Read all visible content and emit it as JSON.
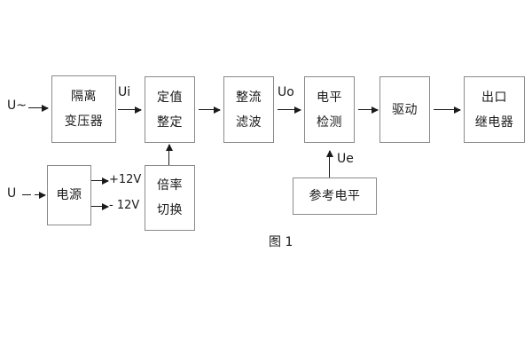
{
  "diagram": {
    "caption": "图 1",
    "blocks": [
      {
        "id": "isolation-transformer",
        "lines": [
          "隔离",
          "变压器"
        ]
      },
      {
        "id": "setting-value",
        "lines": [
          "定值",
          "整定"
        ]
      },
      {
        "id": "rectify-filter",
        "lines": [
          "整流",
          "滤波"
        ]
      },
      {
        "id": "level-detection",
        "lines": [
          "电平",
          "检测"
        ]
      },
      {
        "id": "drive",
        "lines": [
          "驱动"
        ]
      },
      {
        "id": "output-relay",
        "lines": [
          "出口",
          "继电器"
        ]
      },
      {
        "id": "power-supply",
        "lines": [
          "电源"
        ]
      },
      {
        "id": "multiplier-switch",
        "lines": [
          "倍率",
          "切换"
        ]
      },
      {
        "id": "reference-level",
        "lines": [
          "参考电平"
        ]
      }
    ],
    "signals": {
      "input_ac": "U~",
      "input_dc": "U",
      "ui": "Ui",
      "uo": "Uo",
      "ue": "Ue",
      "rail_positive": "+12V",
      "rail_negative": "- 12V"
    },
    "colors": {
      "box_border": "#8a8a8a",
      "text": "#1a1a1a",
      "arrow": "#1a1a1a",
      "background": "#ffffff"
    }
  }
}
